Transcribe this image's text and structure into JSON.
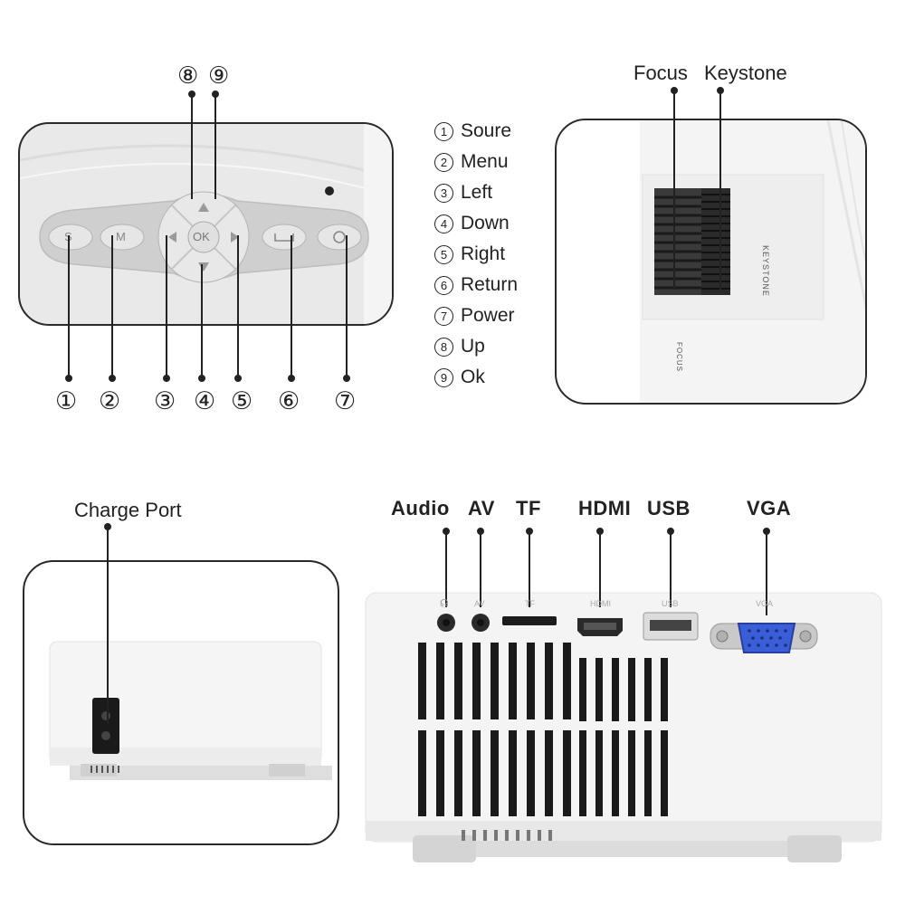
{
  "top_numbers": [
    "⑧",
    "⑨"
  ],
  "remote": {
    "buttons": {
      "s": "S",
      "m": "M",
      "ok": "OK"
    },
    "callouts": [
      "①",
      "②",
      "③",
      "④",
      "⑤",
      "⑥",
      "⑦"
    ]
  },
  "legend": [
    {
      "num": "1",
      "label": "Soure"
    },
    {
      "num": "2",
      "label": "Menu"
    },
    {
      "num": "3",
      "label": "Left"
    },
    {
      "num": "4",
      "label": "Down"
    },
    {
      "num": "5",
      "label": "Right"
    },
    {
      "num": "6",
      "label": "Return"
    },
    {
      "num": "7",
      "label": "Power"
    },
    {
      "num": "8",
      "label": "Up"
    },
    {
      "num": "9",
      "label": "Ok"
    }
  ],
  "lens": {
    "focus_label": "Focus",
    "keystone_label": "Keystone",
    "side_keystone": "KEYSTONE",
    "side_focus": "FOCUS"
  },
  "charge": {
    "label": "Charge Port"
  },
  "ports": {
    "audio": "Audio",
    "av": "AV",
    "tf": "TF",
    "hdmi": "HDMI",
    "usb": "USB",
    "vga": "VGA",
    "small_labels": {
      "av": "AV",
      "tf": "TF",
      "hdmi": "HDMI",
      "usb": "USB",
      "vga": "VGA"
    }
  },
  "colors": {
    "outline": "#2a2a2a",
    "vga_blue": "#3a5ed8",
    "device_white": "#f4f4f4",
    "vent": "#1a1a1a"
  }
}
